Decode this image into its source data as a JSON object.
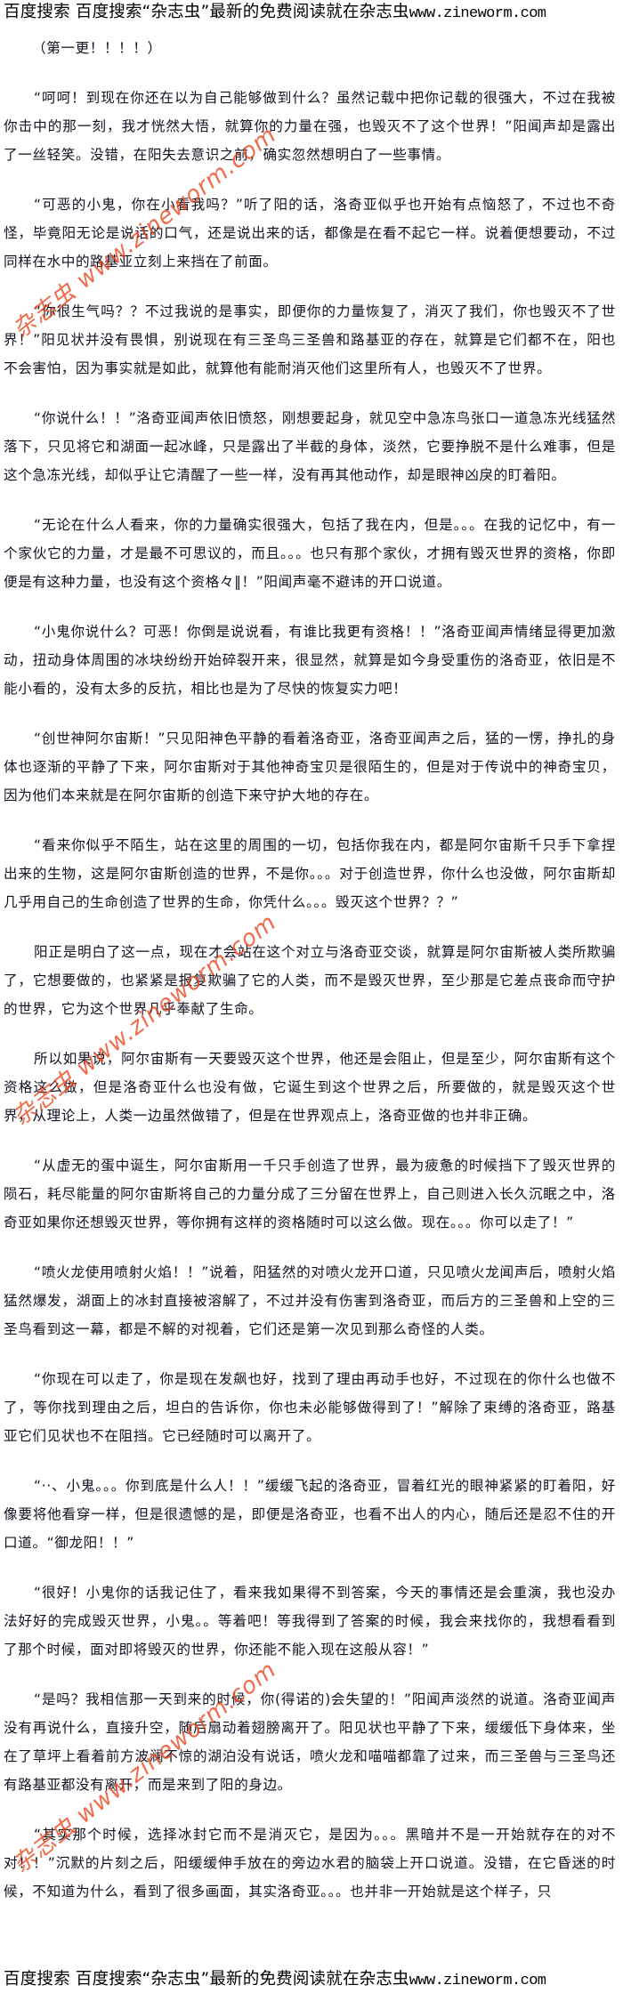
{
  "banner": {
    "text": "百度搜索 百度搜索“杂志虫”最新的免费阅读就在杂志虫",
    "url": "www.zineworm.com"
  },
  "watermark": "杂志虫 www.zineworm.com",
  "chapter": {
    "update_note": "（第一更！！！！）",
    "paragraphs": [
      "“呵呵！到现在你还在以为自己能够做到什么？虽然记载中把你记载的很强大，不过在我被你击中的那一刻，我才恍然大悟，就算你的力量在强，也毁灭不了这个世界！”阳闻声却是露出了一丝轻笑。没错，在阳失去意识之前，确实忽然想明白了一些事情。",
      "“可恶的小鬼，你在小看我吗？”听了阳的话，洛奇亚似乎也开始有点恼怒了，不过也不奇怪，毕竟阳无论是说话的口气，还是说出来的话，都像是在看不起它一样。说着便想要动，不过同样在水中的路基亚立刻上来挡在了前面。",
      "“你很生气吗？？不过我说的是事实，即便你的力量恢复了，消灭了我们，你也毁灭不了世界！”阳见状并没有畏惧，别说现在有三圣鸟三圣兽和路基亚的存在，就算是它们都不在，阳也不会害怕，因为事实就是如此，就算他有能耐消灭他们这里所有人，也毁灭不了世界。",
      "“你说什么！！”洛奇亚闻声依旧愤怒，刚想要起身，就见空中急冻鸟张口一道急冻光线猛然落下，只见将它和湖面一起冰峰，只是露出了半截的身体，淡然，它要挣脱不是什么难事，但是这个急冻光线，却似乎让它清醒了一些一样，没有再其他动作，却是眼神凶戾的盯着阳。",
      "“无论在什么人看来，你的力量确实很强大，包括了我在内，但是。。。在我的记忆中，有一个家伙它的力量，才是最不可思议的，而且。。。也只有那个家伙，才拥有毁灭世界的资格，你即便是有这种力量，也没有这个资格々‖！”阳闻声毫不避讳的开口说道。",
      "“小鬼你说什么？可恶！你倒是说说看，有谁比我更有资格！！”洛奇亚闻声情绪显得更加激动，扭动身体周围的冰块纷纷开始碎裂开来，很显然，就算是如今身受重伤的洛奇亚，依旧是不能小看的，没有太多的反抗，相比也是为了尽快的恢复实力吧！",
      "“创世神阿尔宙斯！”只见阳神色平静的看着洛奇亚，洛奇亚闻声之后，猛的一愣，挣扎的身体也逐渐的平静了下来，阿尔宙斯对于其他神奇宝贝是很陌生的，但是对于传说中的神奇宝贝，因为他们本来就是在阿尔宙斯的创造下来守护大地的存在。",
      "“看来你似乎不陌生，站在这里的周围的一切，包括你我在内，都是阿尔宙斯千只手下拿捏出来的生物，这是阿尔宙斯创造的世界，不是你。。。对于创造世界，你什么也没做，阿尔宙斯却几乎用自己的生命创造了世界的生命，你凭什么。。。毁灭这个世界？？”",
      "阳正是明白了这一点，现在才会站在这个对立与洛奇亚交谈，就算是阿尔宙斯被人类所欺骗了，它想要做的，也紧紧是报复欺骗了它的人类，而不是毁灭世界，至少那是它差点丧命而守护的世界，它为这个世界几乎奉献了生命。",
      "所以如果说，阿尔宙斯有一天要毁灭这个世界，他还是会阻止，但是至少，阿尔宙斯有这个资格这么做，但是洛奇亚什么也没有做，它诞生到这个世界之后，所要做的，就是毁灭这个世界，从理论上，人类一边虽然做错了，但是在世界观点上，洛奇亚做的也并非正确。",
      "“从虚无的蛋中诞生，阿尔宙斯用一千只手创造了世界，最为疲惫的时候挡下了毁灭世界的陨石，耗尽能量的阿尔宙斯将自己的力量分成了三分留在世界上，自己则进入长久沉眠之中，洛奇亚如果你还想毁灭世界，等你拥有这样的资格随时可以这么做。现在。。。你可以走了！”",
      "“喷火龙使用喷射火焰！！”说着，阳猛然的对喷火龙开口道，只见喷火龙闻声后，喷射火焰猛然爆发，湖面上的冰封直接被溶解了，不过并没有伤害到洛奇亚，而后方的三圣兽和上空的三圣鸟看到这一幕，都是不解的对视着，它们还是第一次见到那么奇怪的人类。",
      "“你现在可以走了，你是现在发飙也好，找到了理由再动手也好，不过现在的你什么也做不了，等你找到理由之后，坦白的告诉你，你也未必能够做得到了！”解除了束缚的洛奇亚，路基亚它们见状也不在阻挡。它已经随时可以离开了。",
      "“··、小鬼。。。你到底是什么人！！”缓缓飞起的洛奇亚，冒着红光的眼神紧紧的盯着阳，好像要将他看穿一样，但是很遗憾的是，即便是洛奇亚，也看不出人的内心，随后还是忍不住的开口道。“御龙阳！！”",
      "“很好！小鬼你的话我记住了，看来我如果得不到答案，今天的事情还是会重演，我也没办法好好的完成毁灭世界，小鬼。。等着吧！等我得到了答案的时候，我会来找你的，我想看看到了那个时候，面对即将毁灭的世界，你还能不能入现在这般从容！”",
      "“是吗？我相信那一天到来的时候，你(得诺的)会失望的！”阳闻声淡然的说道。洛奇亚闻声没有再说什么，直接升空，随后扇动着翅膀离开了。阳见状也平静了下来，缓缓低下身体来，坐在了草坪上看着前方波澜不惊的湖泊没有说话，喷火龙和喵喵都靠了过来，而三圣兽与三圣鸟还有路基亚都没有离开，而是来到了阳的身边。",
      "“其实那个时候，选择冰封它而不是消灭它，是因为。。。黑暗并不是一开始就存在的对不对！！”沉默的片刻之后，阳缓缓伸手放在的旁边水君的脑袋上开口说道。没错，在它昏迷的时候，不知道为什么，看到了很多画面，其实洛奇亚。。。也并非一开始就是这个样子，只"
    ]
  }
}
